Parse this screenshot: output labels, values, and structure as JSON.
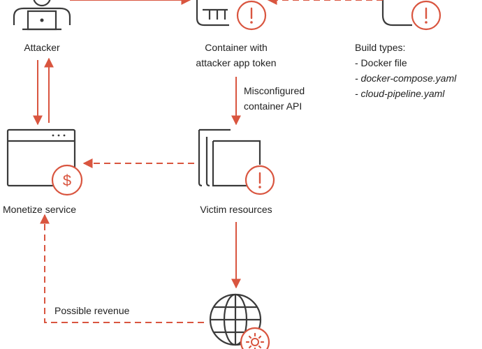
{
  "colors": {
    "accent": "#d9553f",
    "stroke": "#3a3a3a",
    "text": "#1f1f1f"
  },
  "nodes": {
    "attacker": {
      "label": "Attacker",
      "icon": "user-laptop-icon"
    },
    "container": {
      "label_line1": "Container with",
      "label_line2": "attacker app token",
      "icon": "container-icon"
    },
    "build": {
      "icon": "document-icon",
      "title": "Build types:",
      "items": [
        "- Docker file",
        "- docker-compose.yaml",
        "- cloud-pipeline.yaml"
      ]
    },
    "monetize": {
      "label": "Monetize service",
      "icon": "browser-dollar-icon"
    },
    "victim": {
      "label": "Victim resources",
      "icon": "stacked-documents-icon"
    },
    "internet": {
      "icon": "globe-gear-icon"
    }
  },
  "edges": {
    "misconfigured_line1": "Misconfigured",
    "misconfigured_line2": "container API",
    "revenue": "Possible revenue"
  }
}
